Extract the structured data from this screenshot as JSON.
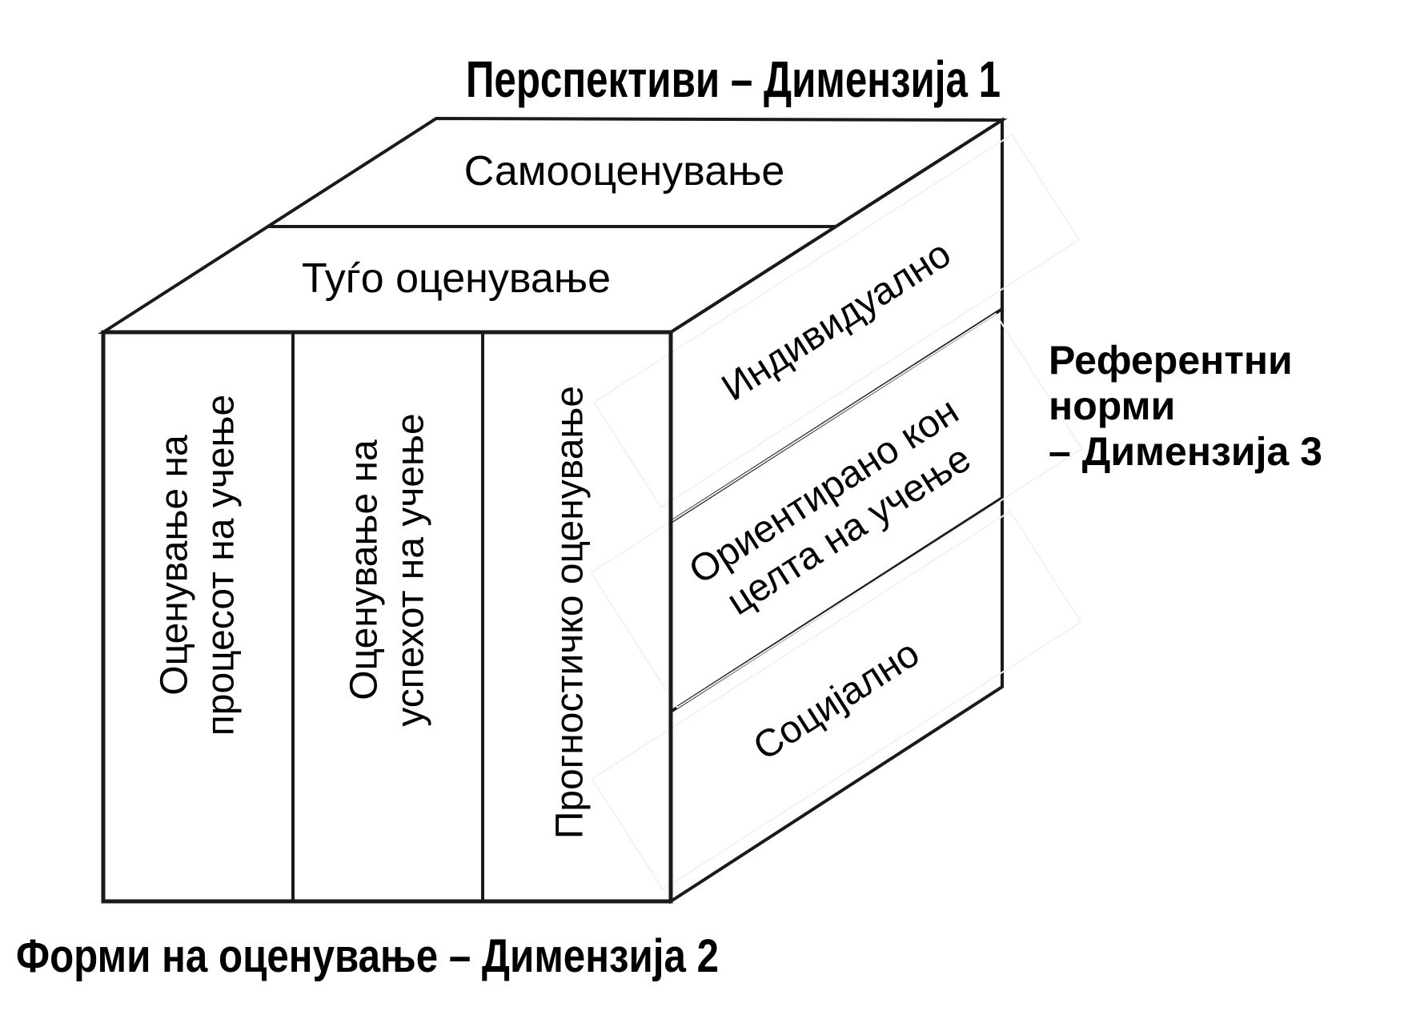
{
  "diagram": {
    "title_dim1": "Перспективи – Димензија 1",
    "label_dim2": "Форми на оценување – Димензија 2",
    "label_dim3": {
      "line1": "Референтни",
      "line2": "норми",
      "line3": "– Димензија 3"
    },
    "top_face": {
      "band1": "Самооценување",
      "band2": "Туѓо оценување"
    },
    "front_face": {
      "col1": {
        "line1": "Оценување на",
        "line2": "процесот на учење"
      },
      "col2": {
        "line1": "Оценување на",
        "line2": "успехот на учење"
      },
      "col3": {
        "line1": "Прогностичко оценување"
      }
    },
    "side_face": {
      "band1": {
        "line1": "Индивидуално"
      },
      "band2": {
        "line1": "Ориентирано кон",
        "line2": "целта на учење"
      },
      "band3": {
        "line1": "Социјално"
      }
    },
    "colors": {
      "background": "#ffffff",
      "face_fill": "#ffffff",
      "side_fill": "#d2d2d2",
      "stroke": "#1a1a1a",
      "text": "#000000"
    }
  }
}
